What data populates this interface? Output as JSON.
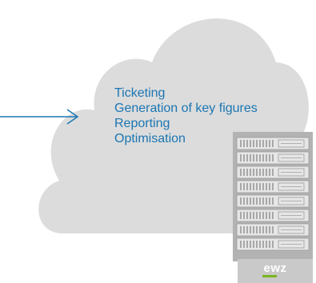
{
  "diagram": {
    "features": [
      "Ticketing",
      "Generation of key figures",
      "Reporting",
      "Optimisation"
    ],
    "brand_label": "ewz",
    "server_units": 8
  },
  "colors": {
    "cloud": "#dcdcdc",
    "text": "#1b76b3",
    "arrow": "#1b76b3",
    "server_frame": "#b3b3b3",
    "server_unit": "#dcdcdc",
    "brand_green": "#7ab51d"
  }
}
